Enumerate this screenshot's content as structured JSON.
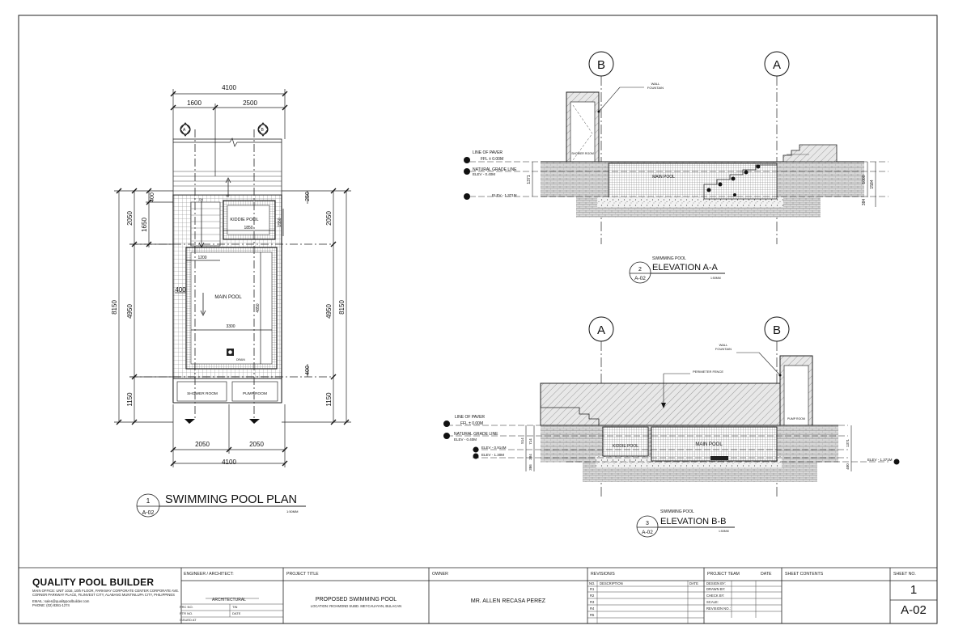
{
  "plan": {
    "title": "SWIMMING POOL PLAN",
    "scale": "1:50MM",
    "bubble_num": "1",
    "bubble_sheet": "A-02",
    "dims": {
      "top_total": "4100",
      "top_left": "1600",
      "top_right": "2500",
      "bot_left": "2050",
      "bot_right": "2050",
      "bot_total": "4100",
      "left_total": "8150",
      "left_a": "2050",
      "left_a1": "1650",
      "left_a2": "400",
      "left_b": "4950",
      "left_c": "1150",
      "left_d": "400",
      "right_total": "8150",
      "right_a": "2050",
      "right_b": "4950",
      "right_c": "1150",
      "right_d": "250",
      "right_e": "400",
      "kiddie_w": "1850",
      "kiddie_h": "1550",
      "steps_w": "1200",
      "main_w": "3300",
      "main_h": "4850"
    },
    "labels": {
      "kiddie": "KIDDIE POOL",
      "main": "MAIN POOL",
      "shower": "SHOWER ROOM",
      "pump": "PUMP ROOM",
      "drain": "DRAIN",
      "dn": "DN",
      "up": "UP",
      "grid_a": "A",
      "grid_b": "B"
    }
  },
  "elevation_aa": {
    "title": "ELEVATION A-A",
    "subtitle": "SWIMMING POOL",
    "scale": "1:50MM",
    "bubble_num": "2",
    "bubble_sheet": "A-02",
    "grid_left": "B",
    "grid_right": "A",
    "wall_fountain": "WALL\nFOUNTAIN",
    "line_of_paver": "LINE OF PAVER",
    "ffl": "FFL ± 0.00M",
    "ngl": "NATURAL GRADE LINE",
    "elev1": "ELEV - 0.40M",
    "elev2": "ELEV - 1.371M",
    "shower": "SHOWER ROOM",
    "main_pool": "MAIN POOL",
    "dim_l1": "1371",
    "dim_r1": "1000",
    "dim_r2": "1584",
    "dim_r3": "384"
  },
  "elevation_bb": {
    "title": "ELEVATION B-B",
    "subtitle": "SWIMMING POOL",
    "scale": "1:50MM",
    "bubble_num": "3",
    "bubble_sheet": "A-02",
    "grid_left": "A",
    "grid_right": "B",
    "wall_fountain": "WALL\nFOUNTAIN",
    "perimeter_fence": "PERIMETER FENCE",
    "line_of_paver": "LINE OF PAVER",
    "ffl": "FFL ± 0.00M",
    "ngl": "NATURAL GRADE LINE",
    "elev1": "ELEV - 0.40M",
    "elev2": "ELEV - 0.914M",
    "elev3": "ELEV - 1.30M",
    "elev4": "ELEV - 1.371M",
    "kiddie": "KIDDIE POOL",
    "main_pool": "MAIN POOL",
    "pump": "PUMP ROOM",
    "dim_l1": "514",
    "dim_l2": "714",
    "dim_l3": "384",
    "dim_l4": "386",
    "dim_r1": "1371",
    "dim_r2": "400"
  },
  "title_block": {
    "company": "QUALITY POOL BUILDER",
    "address": "MAIN OFFICE: UNIT 1016, 10th FLOOR, PARKWAY CORPORATE CENTER CORPORATE AVE. CORNER PARKWAY PLACE, FILINVEST CITY, ALABANG MUNTINLUPA CITY, PHILIPPINES",
    "email": "EMAIL: sales@qualitypoolbuilder.com",
    "phone": "PHONE: (02) 8361-1274",
    "engineer_head": "ENGINEER / ARCHITECT:",
    "architectural": "ARCHITECTURAL",
    "prc_no": "PRC NO.",
    "tin": "TIN",
    "ptr_no": "PTR NO.",
    "date": "DATE",
    "issued_at": "ISSUED AT",
    "project_title_head": "PROJECT TITLE",
    "project_title": "PROPOSED SWIMMING POOL",
    "location": "LOCATION: RICHMOND SUBD. MEYCAUAYAN, BULACAN",
    "owner_head": "OWNER",
    "owner": "MR. ALLEN RECASA PEREZ",
    "revisions_head": "REVISION/S",
    "rev_no": "NO.",
    "rev_desc": "DESCRIPTION",
    "rev_date": "DATE",
    "rev_rows": [
      "R1",
      "R2",
      "R3",
      "R4",
      "R5"
    ],
    "team_head": "PROJECT TEAM",
    "team_date": "DATE",
    "team_rows": [
      "DESIGN BY:",
      "DRAWN BY:",
      "CHECK BY:",
      "SCALE:",
      "REVISION NO.:"
    ],
    "contents_head": "SHEET CONTENTS",
    "sheet_no_head": "SHEET NO.",
    "sheet_num": "1",
    "sheet_code": "A-02"
  }
}
